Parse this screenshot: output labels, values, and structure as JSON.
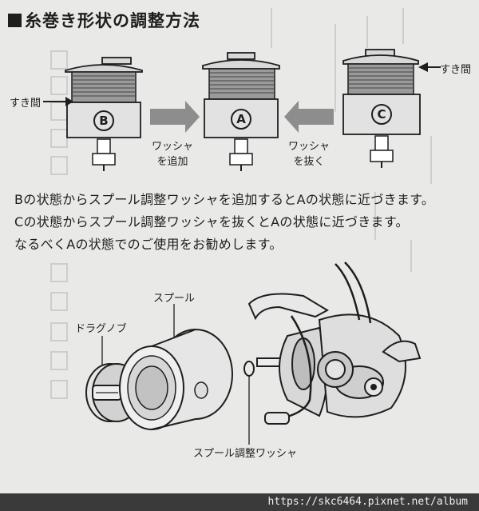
{
  "heading": "糸巻き形状の調整方法",
  "spools": [
    {
      "letter": "B"
    },
    {
      "letter": "A"
    },
    {
      "letter": "C"
    }
  ],
  "gap_label": "すき間",
  "add_washer": {
    "line1": "ワッシャ",
    "line2": "を追加"
  },
  "remove_washer": {
    "line1": "ワッシャ",
    "line2": "を抜く"
  },
  "instructions": [
    "Bの状態からスプール調整ワッシャを追加するとAの状態に近づきます。",
    "Cの状態からスプール調整ワッシャを抜くとAの状態に近づきます。",
    "なるべくAの状態でのご使用をお勧めします。"
  ],
  "parts": {
    "drag_knob": "ドラグノブ",
    "spool": "スプール",
    "washer": "スプール調整ワッシャ"
  },
  "watermark": "https://skc6464.pixnet.net/album"
}
